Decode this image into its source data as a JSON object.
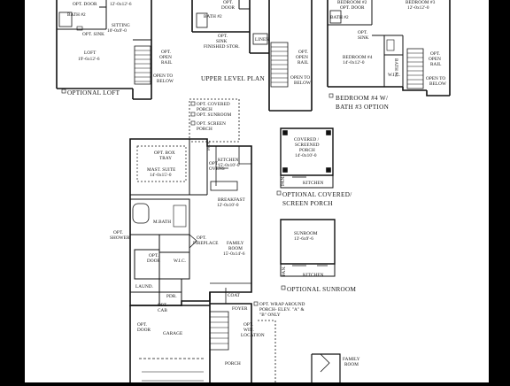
{
  "sheet": {
    "background": "#ffffff",
    "ink": "#111111",
    "frame": "#000000"
  },
  "top_left": {
    "opt_door": "OPT. DOOR",
    "bath2": "BATH #2",
    "dim_top": "12'-0x12'-6",
    "opt_sink": "OPT. SINK",
    "sitting": "SITTING",
    "sitting_dim": "10'-0x9'-0",
    "loft": "LOFT",
    "loft_dim": "19'-6x12'-6",
    "opt": "OPT.",
    "open": "OPEN",
    "rail": "RAIL",
    "open_to": "OPEN TO",
    "below": "BELOW",
    "caption": "OPTIONAL LOFT"
  },
  "top_center": {
    "opt": "OPT.",
    "door": "DOOR",
    "bath2": "BATH #2",
    "opt_sink": "OPT.",
    "sink": "SINK",
    "finished_stor": "FINISHED STOR.",
    "linen": "LINEN",
    "opt2": "OPT.",
    "open": "OPEN",
    "rail": "RAIL",
    "open_to": "OPEN TO",
    "below": "BELOW",
    "caption": "UPPER LEVEL PLAN"
  },
  "top_right": {
    "bedroom2": "BEDROOM #2",
    "bedroom3": "BEDROOM #3",
    "opt_door": "OPT. DOOR",
    "dim3": "12'-0x12'-0",
    "bath2": "BATH #2",
    "opt_sink1": "OPT.",
    "opt_sink2": "SINK",
    "bath3": "BATH #3",
    "bedroom4": "BEDROOM #4",
    "bedroom4_dim": "14'-0x12'-0",
    "wic": "W.I.C.",
    "opt": "OPT.",
    "open": "OPEN",
    "rail": "RAIL",
    "open_to": "OPEN TO",
    "below": "BELOW",
    "caption_1": "BEDROOM #4 W/",
    "caption_2": "BATH #3 OPTION"
  },
  "porch_options": {
    "line1": "OPT. COVERED",
    "line2": "PORCH",
    "line3": "OPT. SUNROOM",
    "line4": "OPT. SCREEN",
    "line5": "PORCH"
  },
  "main_plan": {
    "opt_box": "OPT. BOX",
    "tray": "TRAY",
    "mast_suite": "MAST. SUITE",
    "mast_dim": "14'-0x15'-0",
    "pan": "PAN.",
    "opt": "OPT.",
    "ovens": "OVENS",
    "kitchen": "KITCHEN",
    "kitchen_dim": "15'-0x10'-0",
    "breakfast": "BREAKFAST",
    "breakfast_dim": "12'-0x10'-0",
    "mbath": "M.BATH",
    "opt_shower_1": "OPT.",
    "opt_shower_2": "SHOWER",
    "opt_door_1": "OPT.",
    "opt_door_2": "DOOR",
    "wic": "W.I.C.",
    "opt_fp_1": "OPT.",
    "opt_fp_2": "FIREPLACE",
    "family": "FAMILY",
    "room": "ROOM",
    "family_dim": "15'-0x14'-6",
    "laund": "LAUND.",
    "pdr": "PDR.",
    "coat": "COAT",
    "opt_cab_1": "OPT.",
    "opt_cab_2": "CAB",
    "foyer": "FOYER",
    "opt_door2_1": "OPT.",
    "opt_door2_2": "DOOR",
    "garage": "GARAGE",
    "opt_win_1": "OPT.",
    "opt_win_2": "WIN.",
    "opt_win_3": "LOCATION",
    "porch": "PORCH",
    "wrap_1": "OPT. WRAP AROUND",
    "wrap_2": "PORCH- ELEV. \"A\" &",
    "wrap_3": "\"B\" ONLY"
  },
  "opt_covered": {
    "covered": "COVERED /",
    "screened": "SCREENED",
    "porch": "PORCH",
    "dim": "14'-0x10'-0",
    "pan": "PAN.",
    "kitchen": "KITCHEN",
    "caption_1": "OPTIONAL COVERED/",
    "caption_2": "SCREEN PORCH"
  },
  "opt_sunroom": {
    "sunroom": "SUNROOM",
    "dim": "13'-6x9'-6",
    "pan": "PAN.",
    "kitchen": "KITCHEN",
    "caption": "OPTIONAL SUNROOM"
  },
  "opt_fireplace_detail": {
    "family": "FAMILY",
    "room": "ROOM"
  }
}
